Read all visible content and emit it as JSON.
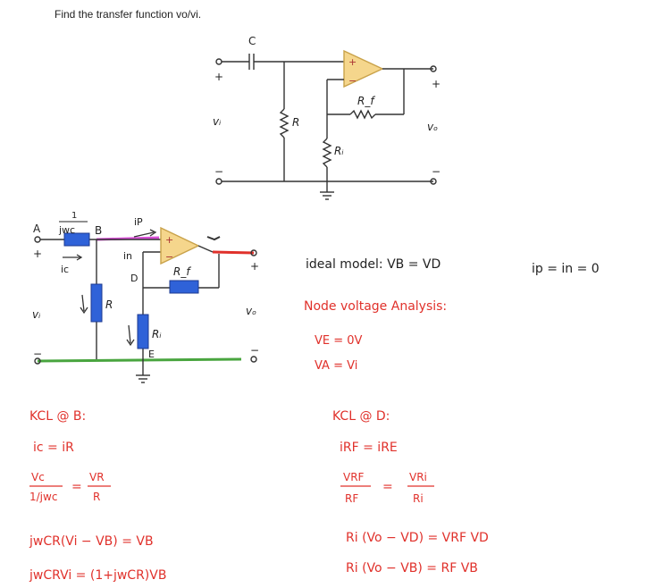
{
  "prompt": "Find the   transfer function vo/vi.",
  "colors": {
    "ink": "#222222",
    "red": "#e0312b",
    "blue_fill": "#2f62d8",
    "green": "#49a53f",
    "magenta": "#d84fd6",
    "opamp_fill": "#f5d68c",
    "opamp_stroke": "#c9a24a"
  },
  "circuit_top": {
    "C": "C",
    "plus_in": "+",
    "vi": "vᵢ",
    "minus_in": "−",
    "R": "R",
    "Rf": "R_f",
    "Ri": "Rᵢ",
    "plus_out": "+",
    "vo": "vₒ",
    "minus_out": "−",
    "op_plus": "+",
    "op_minus": "−"
  },
  "circuit_annot": {
    "A": "A",
    "jwc": "1",
    "jwc_den": "jwc",
    "B": "B",
    "ic": "ic",
    "ip": "iP",
    "in": "in",
    "D": "D",
    "R": "R",
    "Rf": "R_f",
    "Ri": "Rᵢ",
    "E": "E",
    "plus_in": "+",
    "vi": "vᵢ",
    "minus_in": "−",
    "plus_out": "+",
    "vo": "vₒ",
    "minus_out": "−",
    "op_plus": "+",
    "op_minus": "−"
  },
  "notes_right": {
    "ideal": "ideal model:  VB = VD",
    "ipin": "ip = in = 0",
    "nva": "Node voltage Analysis:",
    "ve": "VE = 0V",
    "va": "VA = Vi"
  },
  "kcl_b": {
    "title": "KCL @ B:",
    "line1": "ic = iR",
    "frac1_num": "Vc",
    "frac1_den": "1/jwc",
    "eq": "=",
    "frac2_num": "VR",
    "frac2_den": "R",
    "line3": "jwCR(Vi − VB) = VB",
    "line4": "jwCRVi = (1+jwCR)VB"
  },
  "kcl_d": {
    "title": "KCL @ D:",
    "line1": "iRF = iRE",
    "frac1_num": "VRF",
    "frac1_den": "RF",
    "eq": "=",
    "frac2_num": "VRi",
    "frac2_den": "Ri",
    "line3": "Ri (Vo − VD) = VRF VD",
    "line4": "Ri (Vo − VB) = RF VB"
  }
}
